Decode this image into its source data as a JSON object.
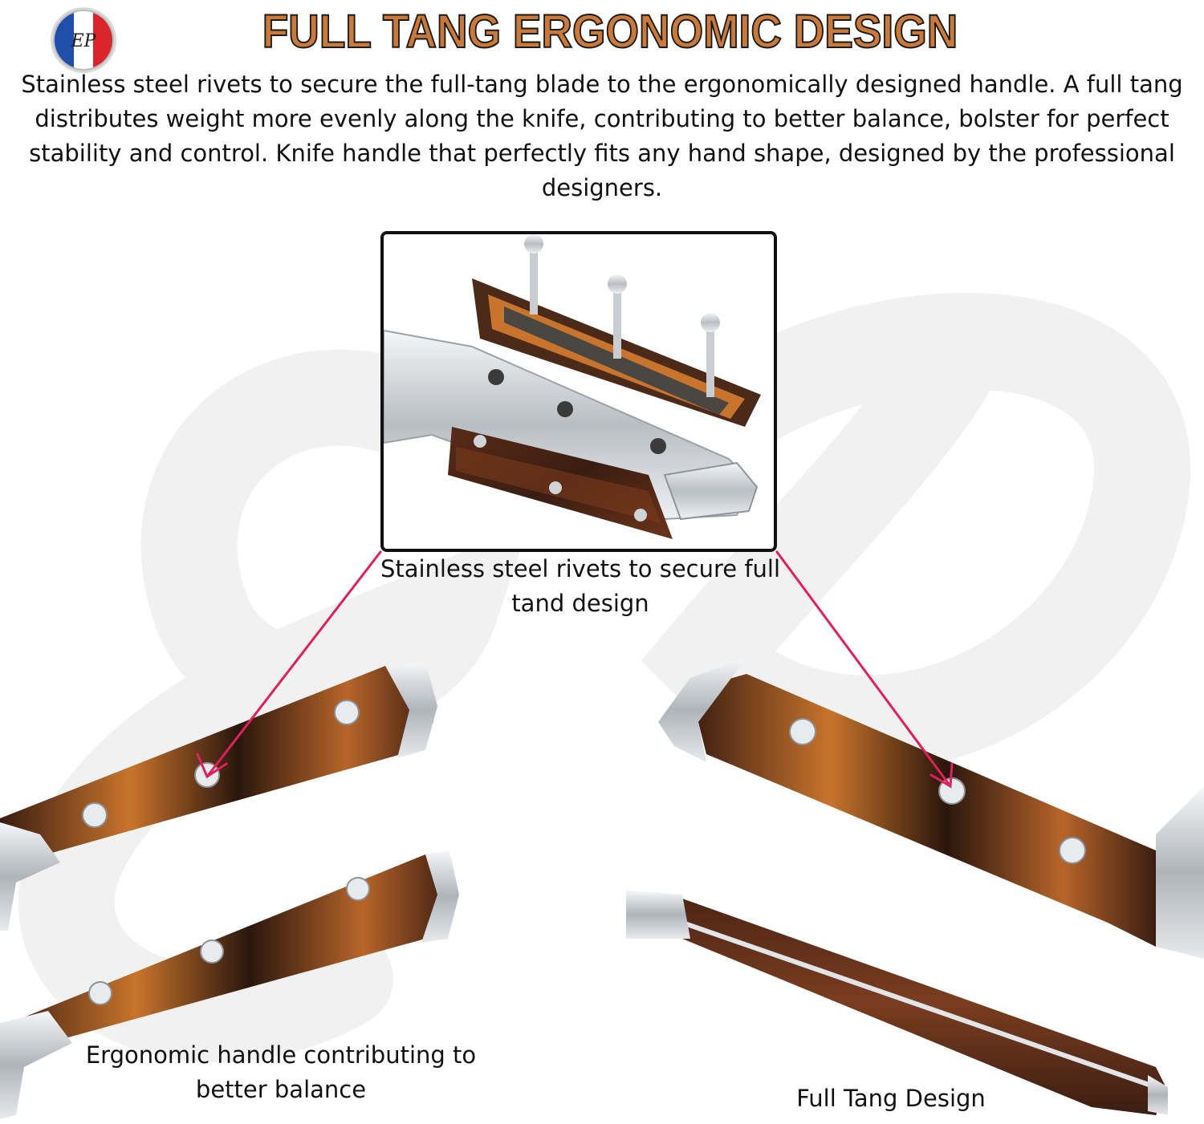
{
  "header": {
    "title": "FULL TANG ERGONOMIC DESIGN",
    "intro": "Stainless steel rivets to secure the full-tang blade to the ergonomically designed handle. A full tang distributes weight more evenly along the knife, contributing to better balance, bolster for perfect stability and control. Knife handle that perfectly fits any hand shape, designed by the professional designers."
  },
  "logo": {
    "text": "EP",
    "colors": [
      "#1f4fa8",
      "#ffffff",
      "#d8262c"
    ]
  },
  "captions": {
    "detail": "Stainless steel rivets to secure full tand design",
    "ergonomic": "Ergonomic handle contributing to better balance",
    "full_tang": "Full Tang Design"
  },
  "colors": {
    "title_fill": "#c97a3a",
    "arrow": "#e0205a",
    "wood_dark": "#3a1d12",
    "wood_orange": "#c8742c",
    "steel": "#cfd4d8"
  }
}
